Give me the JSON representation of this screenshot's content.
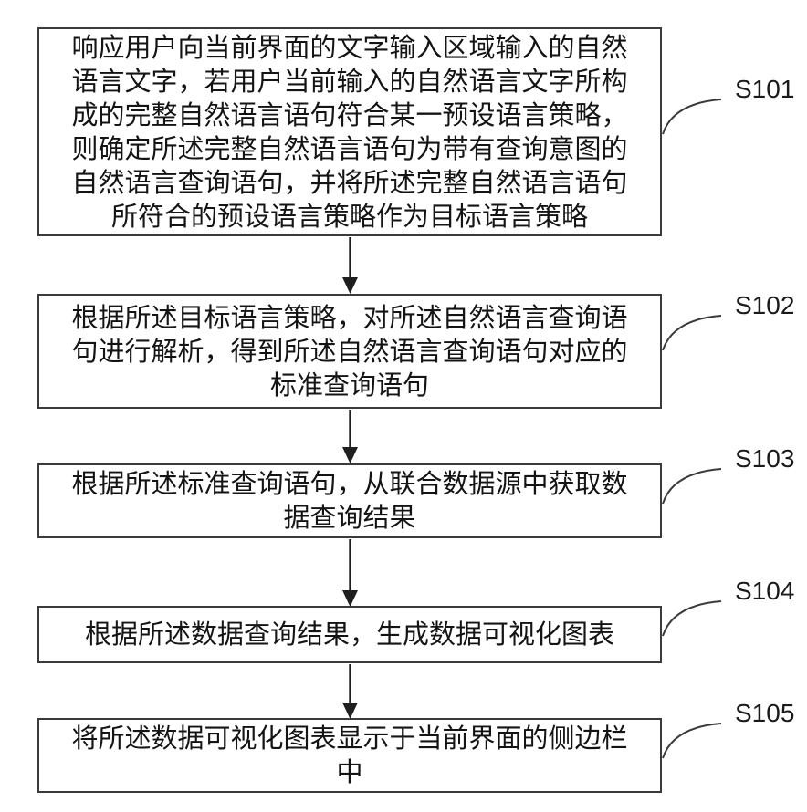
{
  "diagram": {
    "type": "flowchart",
    "colors": {
      "line": "#3b3b3b",
      "arrow": "#1f1f1f",
      "text": "#141414",
      "background": "#ffffff"
    },
    "steps": [
      {
        "label": "S101",
        "text": "响应用户向当前界面的文字输入区域输入的自然\n语言文字，若用户当前输入的自然语言文字所构\n成的完整自然语言语句符合某一预设语言策略，\n则确定所述完整自然语言语句为带有查询意图的\n自然语言查询语句，并将所述完整自然语言语句\n所符合的预设语言策略作为目标语言策略"
      },
      {
        "label": "S102",
        "text": "根据所述目标语言策略，对所述自然语言查询语\n句进行解析，得到所述自然语言查询语句对应的\n标准查询语句"
      },
      {
        "label": "S103",
        "text": "根据所述标准查询语句，从联合数据源中获取数\n据查询结果"
      },
      {
        "label": "S104",
        "text": "根据所述数据查询结果，生成数据可视化图表"
      },
      {
        "label": "S105",
        "text": "将所述数据可视化图表显示于当前界面的侧边栏\n中"
      }
    ]
  }
}
